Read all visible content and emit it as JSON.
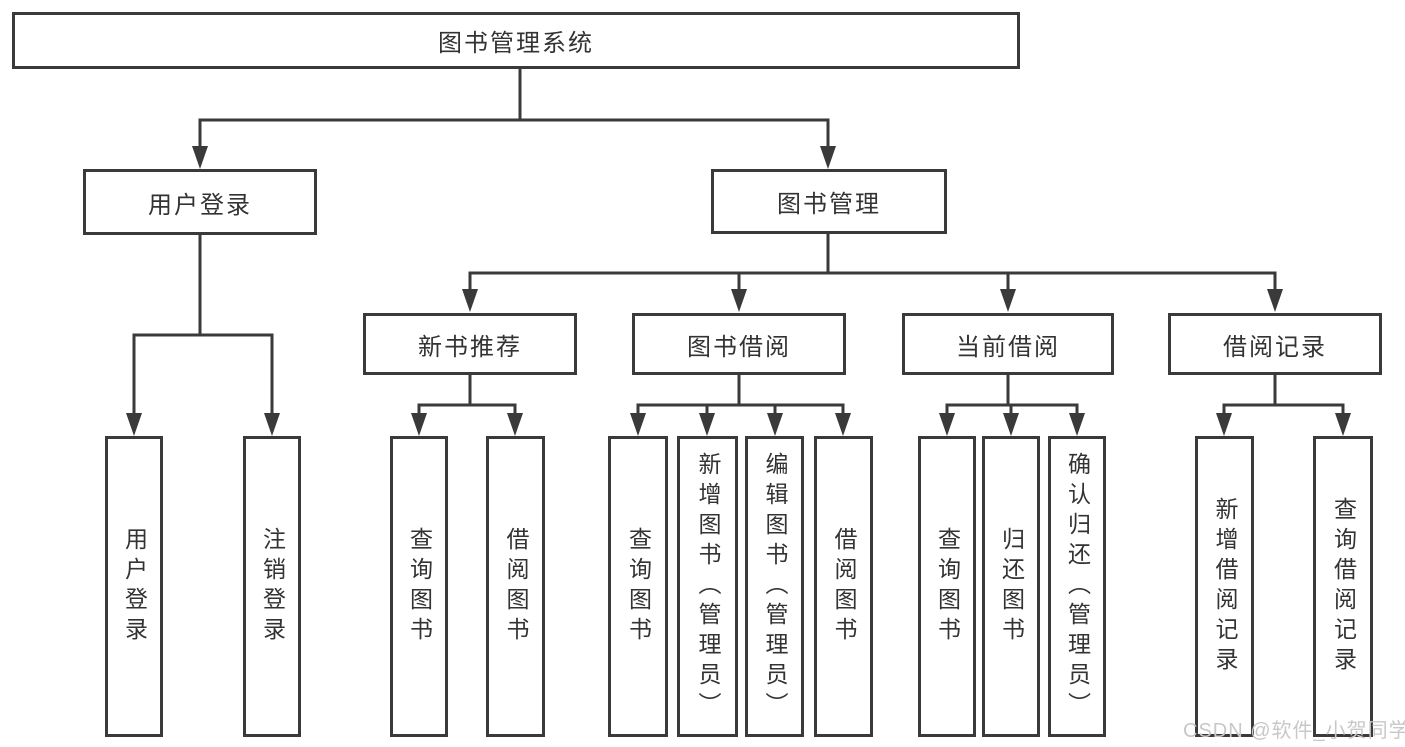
{
  "diagram": {
    "title": "图书管理系统",
    "watermark": "CSDN @软件_小贺同学",
    "level2": [
      {
        "label": "用户登录",
        "leaves": [
          "用户登录",
          "注销登录"
        ]
      },
      {
        "label": "图书管理"
      }
    ],
    "level3": [
      {
        "label": "新书推荐",
        "leaves": [
          "查询图书",
          "借阅图书"
        ]
      },
      {
        "label": "图书借阅",
        "leaves": [
          "查询图书",
          "新增图书（管理员）",
          "编辑图书（管理员）",
          "借阅图书"
        ]
      },
      {
        "label": "当前借阅",
        "leaves": [
          "查询图书",
          "归还图书",
          "确认归还（管理员）"
        ]
      },
      {
        "label": "借阅记录",
        "leaves": [
          "新增借阅记录",
          "查询借阅记录"
        ]
      }
    ],
    "colors": {
      "line": "#3a3a3a",
      "text": "#333333",
      "watermark": "#c8c8c8",
      "background": "#ffffff"
    }
  }
}
